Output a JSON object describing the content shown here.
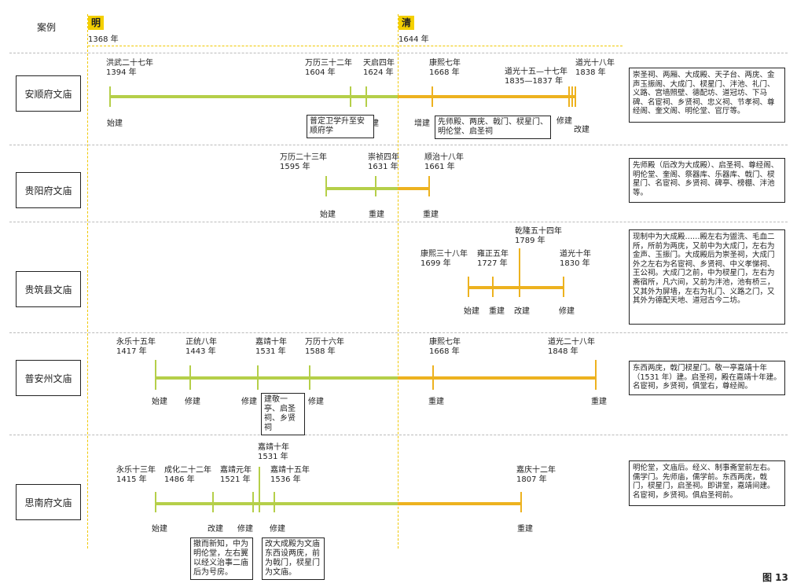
{
  "header": {
    "label": "案例"
  },
  "dynasties": [
    {
      "name": "明",
      "year": "1368 年"
    },
    {
      "name": "清",
      "year": "1644 年"
    }
  ],
  "colors": {
    "ming": "#b5cf49",
    "qing": "#edb21f",
    "badge": "#f4d000"
  },
  "rows": [
    {
      "name": "安顺府文庙",
      "years": [
        {
          "label": "洪武二十七年",
          "year": "1394 年"
        },
        {
          "label": "万历三十二年",
          "year": "1604 年"
        },
        {
          "label": "天启四年",
          "year": "1624 年"
        },
        {
          "label": "康熙七年",
          "year": "1668 年"
        },
        {
          "label": "道光十五—十七年",
          "year": "1835—1837 年"
        },
        {
          "label": "道光十八年",
          "year": "1838 年"
        }
      ],
      "actions": [
        "始建",
        "重建",
        "增建",
        "修建",
        "改建"
      ],
      "notes": [
        "普定卫学升至安顺府学",
        "先师殿、两庑、戟门、棂星门、明伦堂、启圣祠"
      ],
      "description": "崇圣祠、两厢、大成殿、天子台、两庑、金声玉振阁、大成门、棂星门、泮池、礼门、义路、宫墙照壁、德配坊、道冠坊、下马碑、名宦祠、乡贤祠、忠义祠、节孝祠、尊经阁、奎文阁、明伦堂、官厅等。"
    },
    {
      "name": "贵阳府文庙",
      "years": [
        {
          "label": "万历二十三年",
          "year": "1595 年"
        },
        {
          "label": "崇祯四年",
          "year": "1631 年"
        },
        {
          "label": "顺治十八年",
          "year": "1661 年"
        }
      ],
      "actions": [
        "始建",
        "重建",
        "重建"
      ],
      "notes": [],
      "description": "先师殿（后改为大成殿）、启圣祠、尊经阁、明伦堂、奎阁、祭器库、乐器库、戟门、棂星门、名宦祠、乡贤祠、碑亭、榜棚、泮池等。"
    },
    {
      "name": "贵筑县文庙",
      "years": [
        {
          "label": "康熙三十八年",
          "year": "1699 年"
        },
        {
          "label": "雍正五年",
          "year": "1727 年"
        },
        {
          "label": "乾隆五十四年",
          "year": "1789 年"
        },
        {
          "label": "道光十年",
          "year": "1830 年"
        }
      ],
      "actions": [
        "始建",
        "重建",
        "改建",
        "修建"
      ],
      "notes": [],
      "description": "现制中为大成殿……殿左右为盥洗、毛血二所，所前为两庑，又前中为大成门，左右为金声、玉振门。大成殿后为崇圣祠，大成门外之左右为名宦祠、乡贤祠、中义孝悌祠、王公祠。大成门之前，中为棂星门，左右为斋宿所，凡六间，又前为泮池，池有桥三，又其外为屏墙，左右为礼门、义路之门，又其外为德配天地、道冠古今二坊。"
    },
    {
      "name": "普安州文庙",
      "years": [
        {
          "label": "永乐十五年",
          "year": "1417 年"
        },
        {
          "label": "正统八年",
          "year": "1443 年"
        },
        {
          "label": "嘉靖十年",
          "year": "1531 年"
        },
        {
          "label": "万历十六年",
          "year": "1588 年"
        },
        {
          "label": "康熙七年",
          "year": "1668 年"
        },
        {
          "label": "道光二十八年",
          "year": "1848 年"
        }
      ],
      "actions": [
        "始建",
        "修建",
        "修建",
        "修建",
        "重建",
        "重建"
      ],
      "notes": [
        "建敬一亭、启圣祠、乡贤祠"
      ],
      "description": "东西两庑，戟门棂星门。敬一亭嘉靖十年（1531 年）建。启圣祠，殿在嘉靖十年建。名宦祠，乡贤祠，俱堂右，尊经阁。"
    },
    {
      "name": "思南府文庙",
      "years": [
        {
          "label": "永乐十三年",
          "year": "1415 年"
        },
        {
          "label": "成化二十二年",
          "year": "1486 年"
        },
        {
          "label": "嘉靖元年",
          "year": "1521 年"
        },
        {
          "label": "嘉靖十年",
          "year": "1531 年"
        },
        {
          "label": "嘉靖十五年",
          "year": "1536 年"
        },
        {
          "label": "嘉庆十二年",
          "year": "1807 年"
        }
      ],
      "actions": [
        "始建",
        "改建",
        "修建",
        "修建",
        "重建"
      ],
      "notes": [
        "撤而新知，中为明伦堂，左右翼以经义治事二庙后为号房。",
        "改大成殿为文庙东西设两庑，前为戟门，棂星门为文庙。"
      ],
      "description": "明伦堂，文庙后。经义、制事斋堂前左右。儒学门。先师庙，儒学前。东西两庑，戟门，棂星门，启圣祠。即讲堂，嘉靖间建。名宦祠，乡贤祠。俱启圣祠前。"
    }
  ],
  "figure_label": "图 13"
}
